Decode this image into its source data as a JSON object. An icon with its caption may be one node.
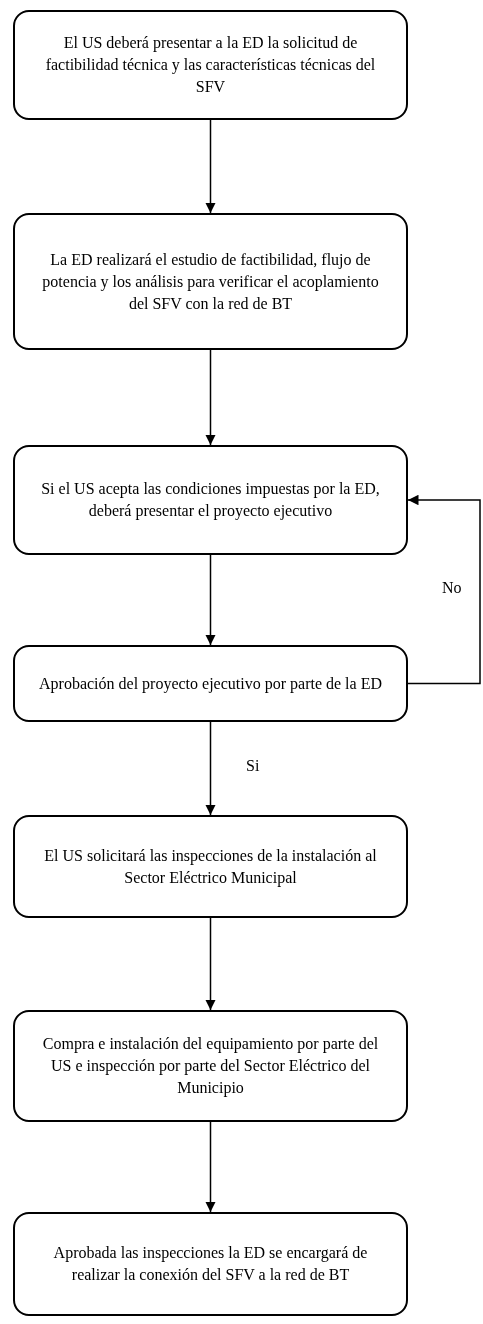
{
  "diagram": {
    "nodes": [
      {
        "text": [
          "El US deberá presentar a la ED la solicitud de factibilidad técnica y las características técnicas del SFV"
        ]
      },
      {
        "text": [
          "La ED realizará el estudio de factibilidad, flujo de potencia y los análisis para verificar el acoplamiento del SFV con la red de BT"
        ]
      },
      {
        "text": [
          "Si el US acepta las condiciones impuestas por la ED, deberá presentar el proyecto ejecutivo"
        ]
      },
      {
        "text": [
          "Aprobación del proyecto ejecutivo por parte de la ED"
        ]
      },
      {
        "text": [
          "El US solicitará las inspecciones de la instalación al Sector Eléctrico Municipal"
        ]
      },
      {
        "text": [
          "Compra e instalación del equipamiento por parte del US e inspección por parte del Sector Eléctrico del Municipio"
        ]
      },
      {
        "text": [
          "Aprobada las inspecciones la ED se encargará de realizar la conexión del SFV a la red de BT"
        ]
      }
    ],
    "edges": [
      {
        "from": 0,
        "to": 1,
        "arrow": "to"
      },
      {
        "from": 1,
        "to": 2,
        "arrow": "to"
      },
      {
        "from": 2,
        "to": 3,
        "arrow": "to"
      },
      {
        "from": 3,
        "to": 4,
        "arrow": "to",
        "label": "Si"
      },
      {
        "from": 4,
        "to": 5,
        "arrow": "to"
      },
      {
        "from": 5,
        "to": 6,
        "arrow": "to"
      },
      {
        "from": 3,
        "to": 2,
        "arrow": "to",
        "label": "No"
      }
    ]
  }
}
